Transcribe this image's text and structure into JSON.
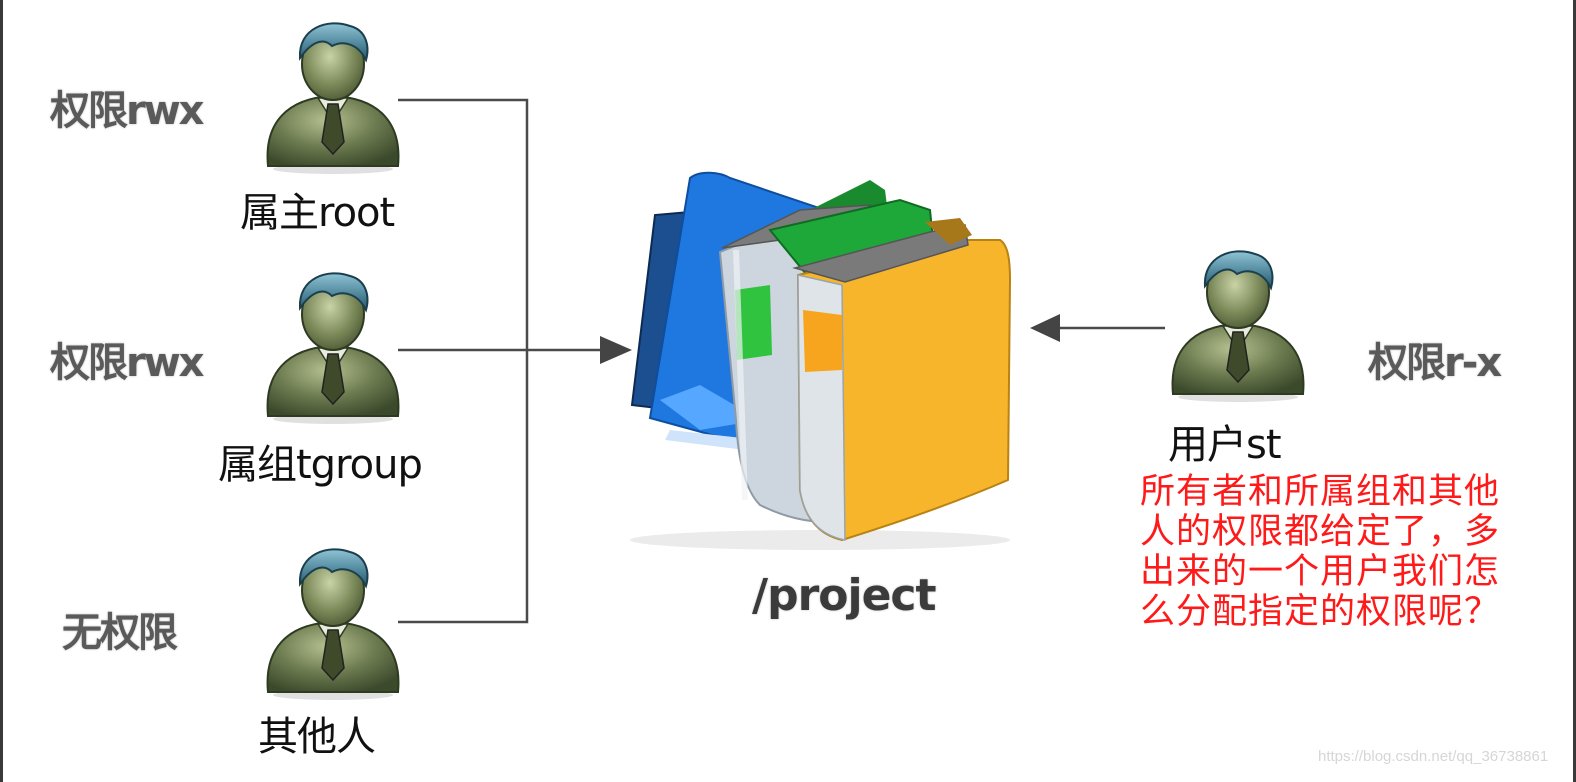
{
  "users": [
    {
      "id": "owner",
      "name": "属主root",
      "permission": "权限rwx"
    },
    {
      "id": "group",
      "name": "属组tgroup",
      "permission": "权限rwx"
    },
    {
      "id": "others",
      "name": "其他人",
      "permission": "无权限"
    },
    {
      "id": "st",
      "name": "用户st",
      "permission": "权限r-x"
    }
  ],
  "target": {
    "label": "/project"
  },
  "question": {
    "lines": [
      "所有者和所属组和其他",
      "人的权限都给定了，多",
      "出来的一个用户我们怎",
      "么分配指定的权限呢？"
    ],
    "color": "#ff1a1a"
  },
  "watermark": "https://blog.csdn.net/qq_36738861",
  "icons": {
    "person": "user-icon",
    "folder": "folder-stack-icon"
  },
  "colors": {
    "person_body": "#6b7a4f",
    "person_hair": "#2f6e83",
    "connector": "#444444",
    "folder_blue": "#1f78e0",
    "folder_green": "#1fa83a",
    "folder_yellow": "#f7b52b"
  }
}
